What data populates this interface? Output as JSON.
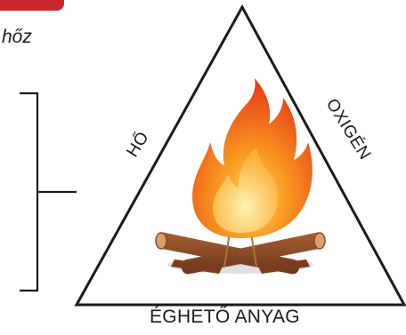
{
  "caption_fragment": "hőz",
  "triangle": {
    "left_side_label": "HŐ",
    "right_side_label": "OXIGÉN",
    "base_label": "ÉGHETŐ ANYAG"
  },
  "center_icon": "campfire-icon",
  "colors": {
    "accent_tab": "#c8282d",
    "outline": "#1a1a1a",
    "flame_outer": "#f05a1e",
    "flame_inner": "#fbb03b",
    "log": "#8b4a28"
  }
}
